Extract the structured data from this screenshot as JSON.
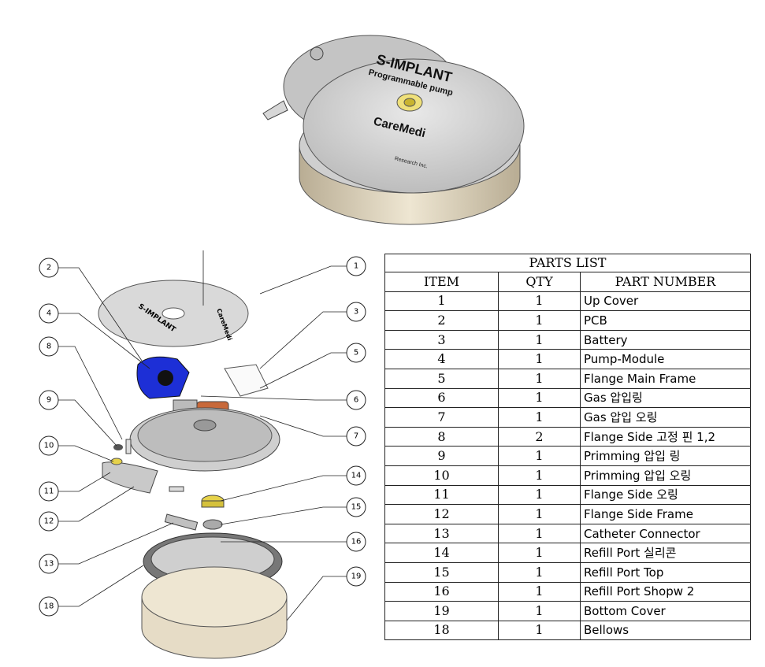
{
  "render": {
    "brand": "S-IMPLANT",
    "subtitle": "Programmable pump",
    "maker": "CareMedi",
    "small_text": "Research Inc."
  },
  "exploded": {
    "cover_text_1": "S-IMPLANT",
    "cover_text_2": "CareMedi",
    "callouts": [
      "1",
      "2",
      "3",
      "4",
      "5",
      "6",
      "7",
      "8",
      "9",
      "10",
      "11",
      "12",
      "13",
      "14",
      "15",
      "16",
      "18",
      "19"
    ]
  },
  "parts_list": {
    "title": "PARTS LIST",
    "headers": [
      "ITEM",
      "QTY",
      "PART NUMBER"
    ],
    "rows": [
      {
        "item": "1",
        "qty": "1",
        "part": "Up Cover"
      },
      {
        "item": "2",
        "qty": "1",
        "part": "PCB"
      },
      {
        "item": "3",
        "qty": "1",
        "part": "Battery"
      },
      {
        "item": "4",
        "qty": "1",
        "part": "Pump-Module"
      },
      {
        "item": "5",
        "qty": "1",
        "part": "Flange Main Frame"
      },
      {
        "item": "6",
        "qty": "1",
        "part": "Gas 압입링"
      },
      {
        "item": "7",
        "qty": "1",
        "part": "Gas 압입 오링"
      },
      {
        "item": "8",
        "qty": "2",
        "part": "Flange Side 고정 핀 1,2"
      },
      {
        "item": "9",
        "qty": "1",
        "part": "Primming 압입 링"
      },
      {
        "item": "10",
        "qty": "1",
        "part": "Primming 압입 오링"
      },
      {
        "item": "11",
        "qty": "1",
        "part": "Flange Side 오링"
      },
      {
        "item": "12",
        "qty": "1",
        "part": "Flange Side Frame"
      },
      {
        "item": "13",
        "qty": "1",
        "part": "Catheter Connector"
      },
      {
        "item": "14",
        "qty": "1",
        "part": "Refill Port 실리콘"
      },
      {
        "item": "15",
        "qty": "1",
        "part": "Refill Port Top"
      },
      {
        "item": "16",
        "qty": "1",
        "part": "Refill Port Shopw 2"
      },
      {
        "item": "19",
        "qty": "1",
        "part": "Bottom Cover"
      },
      {
        "item": "18",
        "qty": "1",
        "part": "Bellows"
      }
    ]
  },
  "colors": {
    "cover": "#d9d9d9",
    "base": "#e6dcc6",
    "pump_module": "#1d2fd6",
    "connector": "#c8693a",
    "refill_port": "#e6d24a"
  }
}
